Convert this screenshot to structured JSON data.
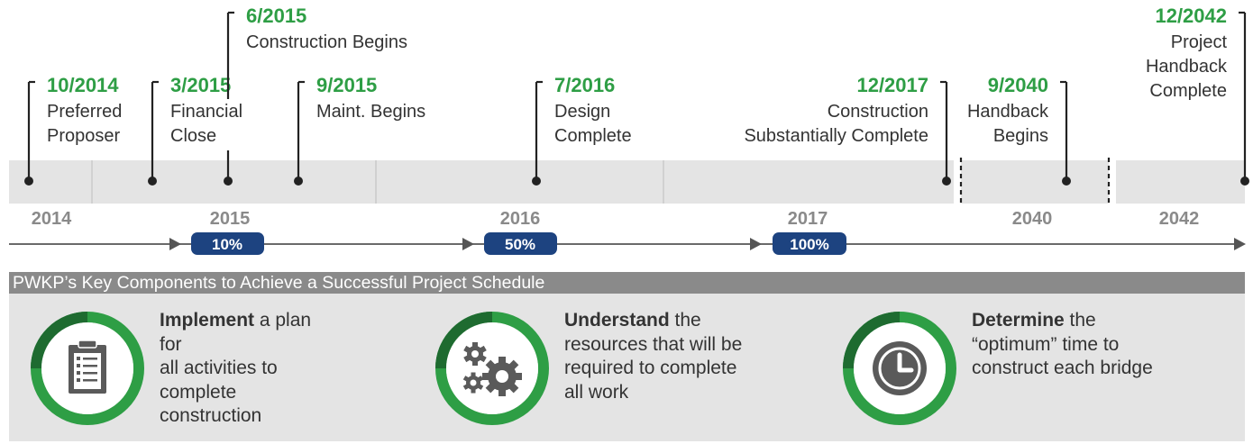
{
  "milestones": [
    {
      "date": "10/2014",
      "lines": [
        "Preferred",
        "Proposer"
      ]
    },
    {
      "date": "3/2015",
      "lines": [
        "Financial",
        "Close"
      ]
    },
    {
      "date": "6/2015",
      "lines": [
        "Construction Begins"
      ]
    },
    {
      "date": "9/2015",
      "lines": [
        "Maint. Begins"
      ]
    },
    {
      "date": "7/2016",
      "lines": [
        "Design",
        "Complete"
      ]
    },
    {
      "date": "12/2017",
      "lines": [
        "Construction",
        "Substantially Complete"
      ]
    },
    {
      "date": "9/2040",
      "lines": [
        "Handback",
        "Begins"
      ]
    },
    {
      "date": "12/2042",
      "lines": [
        "Project",
        "Handback",
        "Complete"
      ]
    }
  ],
  "years": [
    "2014",
    "2015",
    "2016",
    "2017",
    "2040",
    "2042"
  ],
  "progress": [
    {
      "label": "10%",
      "value": 10
    },
    {
      "label": "50%",
      "value": 50
    },
    {
      "label": "100%",
      "value": 100
    }
  ],
  "banner_title": "PWKP’s Key Components to Achieve a Successful Project Schedule",
  "components": [
    {
      "icon": "clipboard-checklist-icon",
      "bold": "Implement",
      "rest": " a plan for all activities to complete construction",
      "lines": [
        [
          "Implement",
          " a plan for"
        ],
        [
          "",
          "all activities to complete"
        ],
        [
          "",
          "construction"
        ]
      ]
    },
    {
      "icon": "gears-icon",
      "bold": "Understand",
      "rest": " the resources that will be required to complete all work",
      "lines": [
        [
          "Understand",
          " the"
        ],
        [
          "",
          "resources that will be"
        ],
        [
          "",
          "required to complete"
        ],
        [
          "",
          "all work"
        ]
      ]
    },
    {
      "icon": "clock-icon",
      "bold": "Determine",
      "rest": " the “optimum” time to construct each bridge",
      "lines": [
        [
          "Determine",
          " the"
        ],
        [
          "",
          "“optimum” time to"
        ],
        [
          "",
          "construct each bridge"
        ]
      ]
    }
  ],
  "colors": {
    "green": "#2e9e45",
    "dark_green": "#1e6b30",
    "navy": "#1d4380",
    "gray_band": "#e4e4e4",
    "banner": "#8a8a8a",
    "icon_gray": "#5a5a5a"
  }
}
